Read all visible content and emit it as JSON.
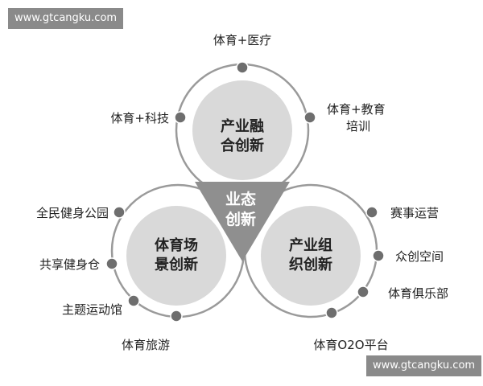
{
  "watermark": {
    "top": "www.gtcangku.com",
    "bottom": "www.gtcangku.com"
  },
  "center": {
    "line1": "业态",
    "line2": "创新"
  },
  "circles": {
    "top": {
      "line1": "产业融",
      "line2": "合创新"
    },
    "left": {
      "line1": "体育场",
      "line2": "景创新"
    },
    "right": {
      "line1": "产业组",
      "line2": "织创新"
    }
  },
  "labels": {
    "medical": "体育+医疗",
    "tech": "体育+科技",
    "education_l1": "体育+教育",
    "education_l2": "培训",
    "fitness_park": "全民健身公园",
    "shared_fitness": "共享健身仓",
    "theme_venue": "主题运动馆",
    "sports_travel": "体育旅游",
    "event_ops": "赛事运营",
    "maker_space": "众创空间",
    "sports_club": "体育俱乐部",
    "o2o_platform": "体育O2O平台"
  },
  "colors": {
    "outer_ring": "#9a9a9a",
    "inner_fill": "#d9d9d9",
    "triangle": "#8f8f8f",
    "dot": "#6e6e6e",
    "text": "#222222"
  }
}
